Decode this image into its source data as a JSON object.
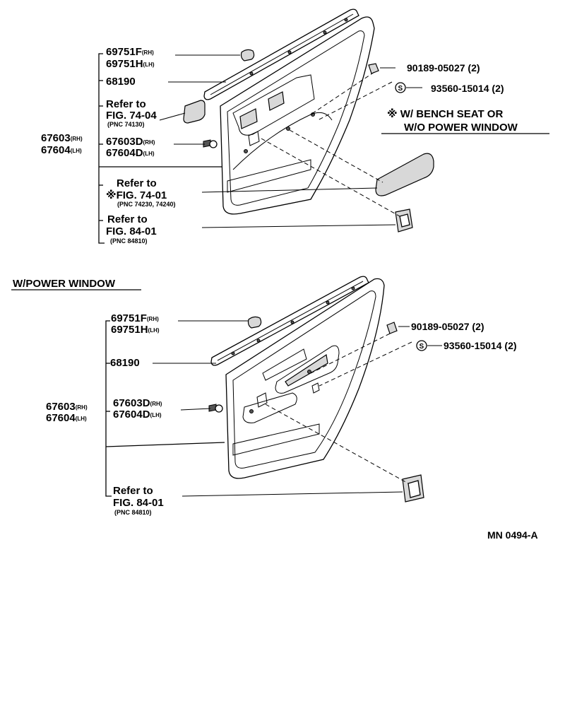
{
  "top": {
    "p69751f": "69751F",
    "p69751f_side": "(RH)",
    "p69751h": "69751H",
    "p69751h_side": "(LH)",
    "p68190": "68190",
    "refer1_line1": "Refer to",
    "refer1_line2": "FIG. 74-04",
    "refer1_pnc": "(PNC 74130)",
    "p67603": "67603",
    "p67603_side": "(RH)",
    "p67604": "67604",
    "p67604_side": "(LH)",
    "p67603d": "67603D",
    "p67603d_side": "(RH)",
    "p67604d": "67604D",
    "p67604d_side": "(LH)",
    "refer2_line1": "Refer to",
    "refer2_line2": "※FIG. 74-01",
    "refer2_pnc": "(PNC 74230, 74240)",
    "refer3_line1": "Refer to",
    "refer3_line2": "FIG. 84-01",
    "refer3_pnc": "(PNC 84810)",
    "clip": "90189-05027 (2)",
    "s_mark": "S",
    "screw": "93560-15014 (2)",
    "note_line1": "※ W/ BENCH SEAT OR",
    "note_line2": "W/O POWER WINDOW"
  },
  "section_title": "W/POWER WINDOW",
  "bottom": {
    "p69751f": "69751F",
    "p69751f_side": "(RH)",
    "p69751h": "69751H",
    "p69751h_side": "(LH)",
    "p68190": "68190",
    "p67603": "67603",
    "p67603_side": "(RH)",
    "p67604": "67604",
    "p67604_side": "(LH)",
    "p67603d": "67603D",
    "p67603d_side": "(RH)",
    "p67604d": "67604D",
    "p67604d_side": "(LH)",
    "refer_line1": "Refer to",
    "refer_line2": "FIG. 84-01",
    "refer_pnc": "(PNC 84810)",
    "clip": "90189-05027 (2)",
    "s_mark": "S",
    "screw": "93560-15014 (2)"
  },
  "figure_id": "MN 0494-A"
}
